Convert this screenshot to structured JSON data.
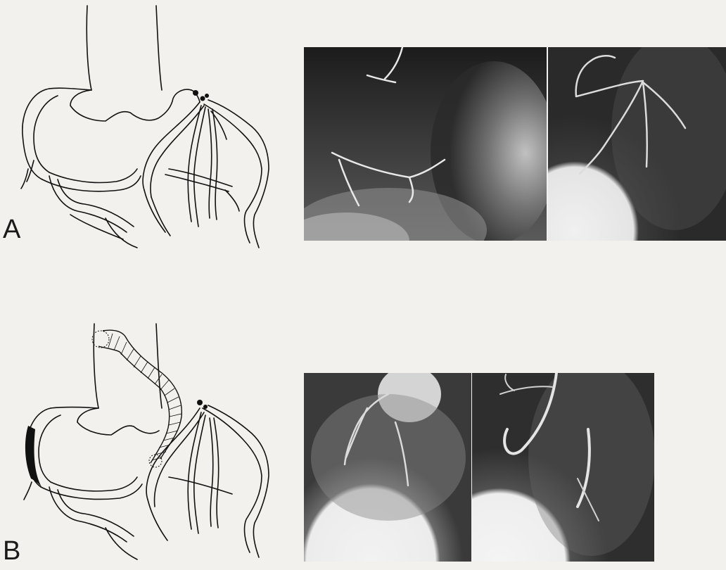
{
  "figure": {
    "panels": [
      {
        "label": "A",
        "drawing": "coronary-arteries-diagram",
        "images": [
          "angiogram",
          "angiogram"
        ]
      },
      {
        "label": "B",
        "drawing": "coronary-bypass-graft-diagram",
        "images": [
          "angiogram",
          "angiogram"
        ]
      }
    ]
  }
}
